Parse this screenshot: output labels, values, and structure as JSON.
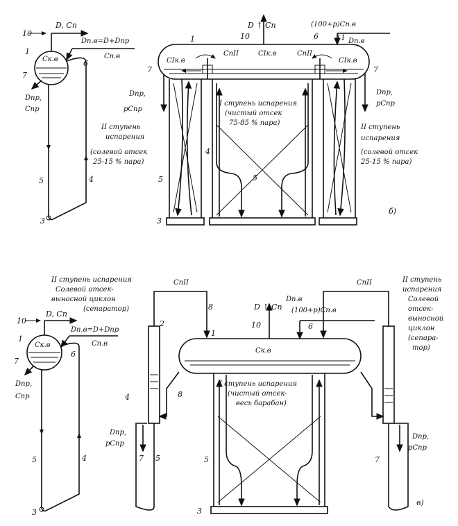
{
  "labels": {
    "d_cp": "D, Cп",
    "d_cp_b": "D ↑ Cп",
    "n10": "10",
    "n1": "1",
    "n2": "2",
    "n3": "3",
    "n4": "4",
    "n5": "5",
    "n6": "6",
    "n7": "7",
    "n8": "8",
    "n11": "11",
    "feed_a": "Dп.в=D+Dпр",
    "feed_c": "Dп.в=D+Dпр",
    "c_pv": "Cп.в",
    "c_kv": "Cк.в",
    "d_pr": "Dпр,",
    "c_pr": "Cпр",
    "d_pr2": "Dпр,",
    "pc_pr": "pCпр",
    "feed_b": "(100+p)Cп.в",
    "dpv": "Dп.в",
    "c_p2": "CпII",
    "c_kv1": "CIк.в",
    "c_p2b": "CпII",
    "stage1_b_1": "I ступень испарения",
    "stage1_b_2": "(чистый отсек",
    "stage1_b_3": "75-85 % пара)",
    "stage2_b_l_1": "II ступень",
    "stage2_b_l_2": "испарения",
    "stage2_b_l_3": "(солевой отсек",
    "stage2_b_l_4": "25-15 % пара)",
    "stage2_b_r_1": "II ступень",
    "stage2_b_r_2": "испарения",
    "stage2_b_r_3": "(солевой отсек",
    "stage2_b_r_4": "25-15 % пара)",
    "fig_b": "б)",
    "fig_v": "в)",
    "stage2_c_l_1": "II ступень испарения",
    "stage2_c_l_2": "Солевой отсек-",
    "stage2_c_l_3": "выносной циклон",
    "stage2_c_l_4": "(сепаратор)",
    "stage2_c_r_1": "II ступень",
    "stage2_c_r_2": "испарения",
    "stage2_c_r_3": "Солевой",
    "stage2_c_r_4": "отсек-",
    "stage2_c_r_5": "выносной",
    "stage2_c_r_6": "циклон",
    "stage2_c_r_7": "(сепара-",
    "stage2_c_r_8": "тор)",
    "stage1_c_1": "I ступень испарения",
    "stage1_c_2": "(чистый отсек-",
    "stage1_c_3": "весь барабан)",
    "feed_c2": "(100+p)Cп.в",
    "d_c": "D ↑ Cп"
  }
}
